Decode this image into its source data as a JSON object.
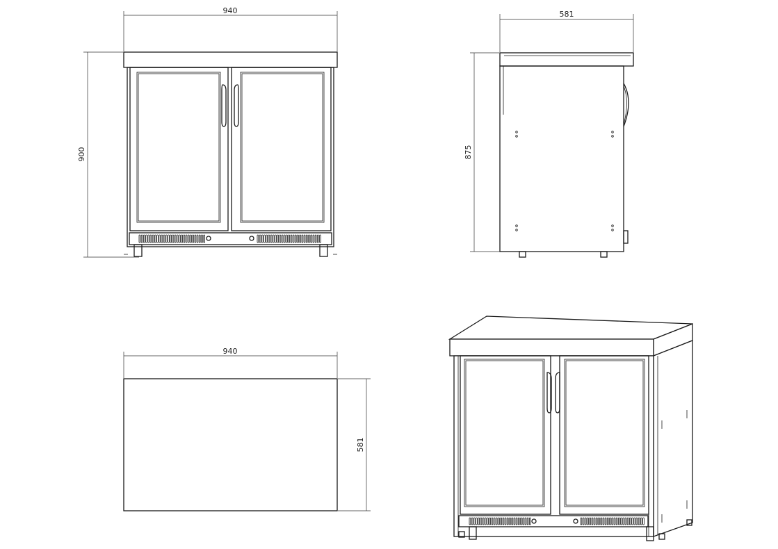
{
  "front_view": {
    "width_label": "940",
    "height_label": "900"
  },
  "side_view": {
    "depth_label": "581",
    "height_label": "875"
  },
  "top_view": {
    "width_label": "940",
    "depth_label": "581"
  },
  "colors": {
    "line": "#1a1a1a",
    "background": "#ffffff"
  }
}
